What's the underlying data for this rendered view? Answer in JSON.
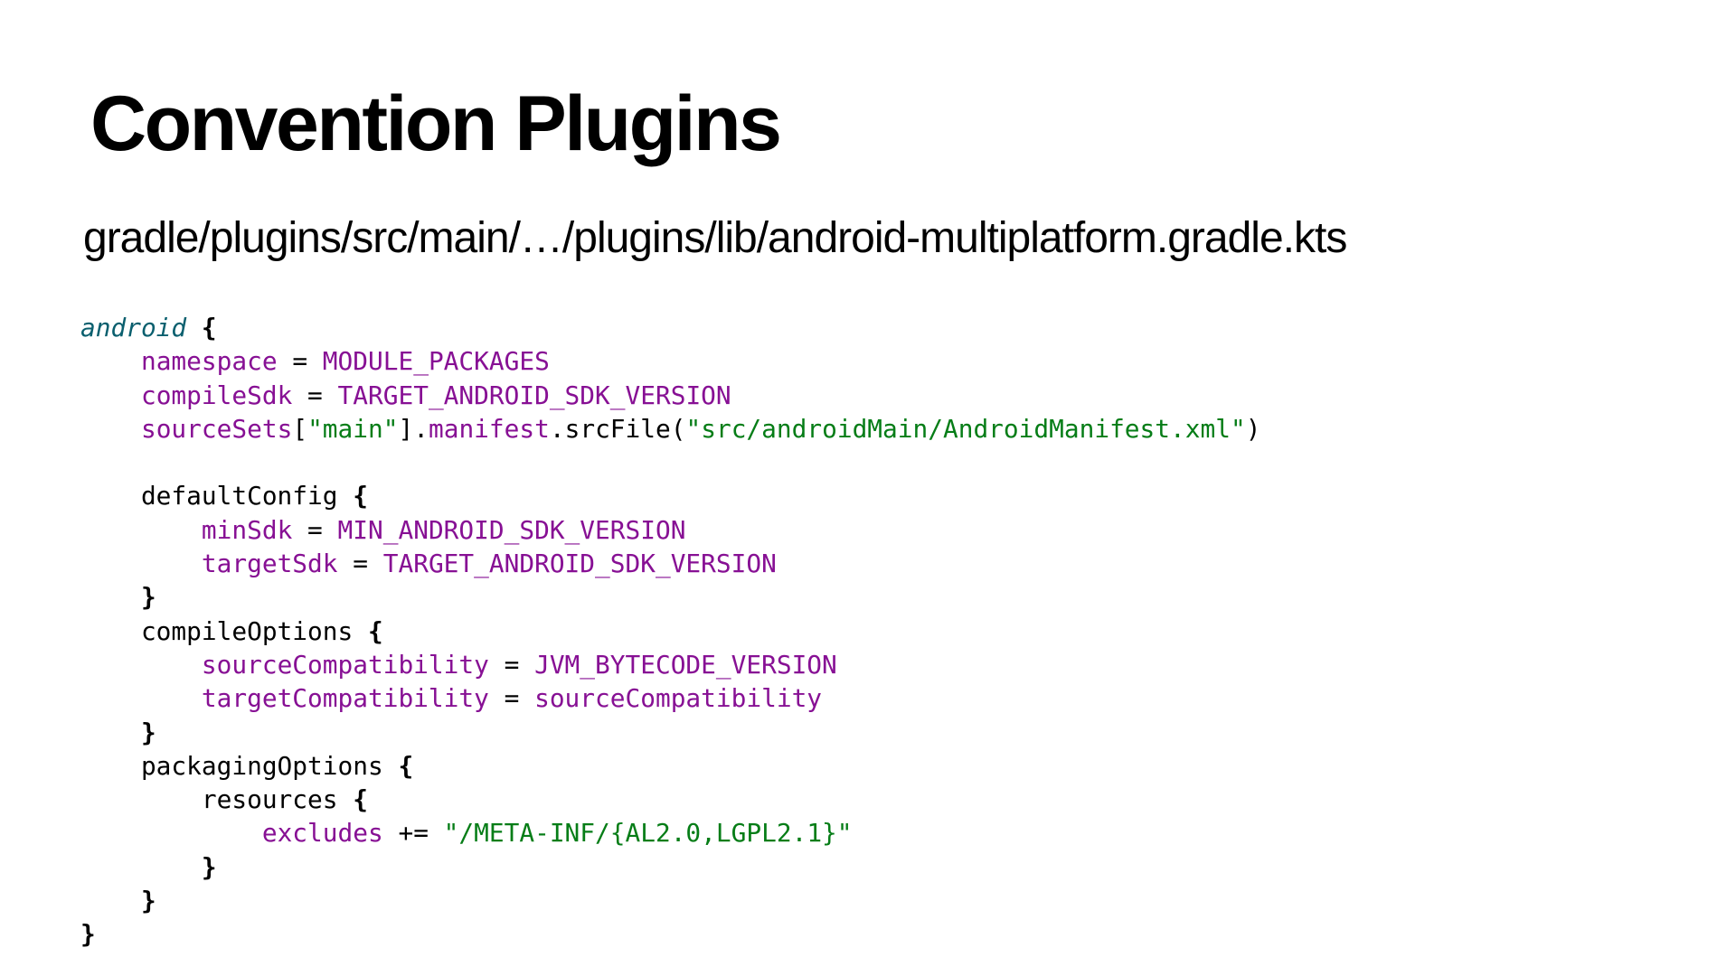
{
  "slide": {
    "title": "Convention Plugins",
    "file_path": "gradle/plugins/src/main/…/plugins/lib/android-multiplatform.gradle.kts"
  },
  "colors": {
    "keyword": "#0a5f6e",
    "property": "#871094",
    "string": "#067d17",
    "plain": "#000000"
  },
  "code": {
    "lines": [
      {
        "tokens": [
          {
            "t": "android",
            "k": "kw"
          },
          {
            "t": " ",
            "k": "plain"
          },
          {
            "t": "{",
            "k": "brace"
          }
        ]
      },
      {
        "tokens": [
          {
            "t": "    ",
            "k": "plain"
          },
          {
            "t": "namespace",
            "k": "prop"
          },
          {
            "t": " = ",
            "k": "plain"
          },
          {
            "t": "MODULE_PACKAGES",
            "k": "prop"
          }
        ]
      },
      {
        "tokens": [
          {
            "t": "    ",
            "k": "plain"
          },
          {
            "t": "compileSdk",
            "k": "prop"
          },
          {
            "t": " = ",
            "k": "plain"
          },
          {
            "t": "TARGET_ANDROID_SDK_VERSION",
            "k": "prop"
          }
        ]
      },
      {
        "tokens": [
          {
            "t": "    ",
            "k": "plain"
          },
          {
            "t": "sourceSets",
            "k": "prop"
          },
          {
            "t": "[",
            "k": "plain"
          },
          {
            "t": "\"main\"",
            "k": "str"
          },
          {
            "t": "].",
            "k": "plain"
          },
          {
            "t": "manifest",
            "k": "prop"
          },
          {
            "t": ".srcFile(",
            "k": "plain"
          },
          {
            "t": "\"src/androidMain/AndroidManifest.xml\"",
            "k": "str"
          },
          {
            "t": ")",
            "k": "plain"
          }
        ]
      },
      {
        "tokens": []
      },
      {
        "tokens": [
          {
            "t": "    defaultConfig ",
            "k": "plain"
          },
          {
            "t": "{",
            "k": "brace"
          }
        ]
      },
      {
        "tokens": [
          {
            "t": "        ",
            "k": "plain"
          },
          {
            "t": "minSdk",
            "k": "prop"
          },
          {
            "t": " = ",
            "k": "plain"
          },
          {
            "t": "MIN_ANDROID_SDK_VERSION",
            "k": "prop"
          }
        ]
      },
      {
        "tokens": [
          {
            "t": "        ",
            "k": "plain"
          },
          {
            "t": "targetSdk",
            "k": "prop"
          },
          {
            "t": " = ",
            "k": "plain"
          },
          {
            "t": "TARGET_ANDROID_SDK_VERSION",
            "k": "prop"
          }
        ]
      },
      {
        "tokens": [
          {
            "t": "    ",
            "k": "plain"
          },
          {
            "t": "}",
            "k": "brace"
          }
        ]
      },
      {
        "tokens": [
          {
            "t": "    compileOptions ",
            "k": "plain"
          },
          {
            "t": "{",
            "k": "brace"
          }
        ]
      },
      {
        "tokens": [
          {
            "t": "        ",
            "k": "plain"
          },
          {
            "t": "sourceCompatibility",
            "k": "prop"
          },
          {
            "t": " = ",
            "k": "plain"
          },
          {
            "t": "JVM_BYTECODE_VERSION",
            "k": "prop"
          }
        ]
      },
      {
        "tokens": [
          {
            "t": "        ",
            "k": "plain"
          },
          {
            "t": "targetCompatibility",
            "k": "prop"
          },
          {
            "t": " = ",
            "k": "plain"
          },
          {
            "t": "sourceCompatibility",
            "k": "prop"
          }
        ]
      },
      {
        "tokens": [
          {
            "t": "    ",
            "k": "plain"
          },
          {
            "t": "}",
            "k": "brace"
          }
        ]
      },
      {
        "tokens": [
          {
            "t": "    packagingOptions ",
            "k": "plain"
          },
          {
            "t": "{",
            "k": "brace"
          }
        ]
      },
      {
        "tokens": [
          {
            "t": "        resources ",
            "k": "plain"
          },
          {
            "t": "{",
            "k": "brace"
          }
        ]
      },
      {
        "tokens": [
          {
            "t": "            ",
            "k": "plain"
          },
          {
            "t": "excludes",
            "k": "prop"
          },
          {
            "t": " += ",
            "k": "plain"
          },
          {
            "t": "\"/META-INF/{AL2.0,LGPL2.1}\"",
            "k": "str"
          }
        ]
      },
      {
        "tokens": [
          {
            "t": "        ",
            "k": "plain"
          },
          {
            "t": "}",
            "k": "brace"
          }
        ]
      },
      {
        "tokens": [
          {
            "t": "    ",
            "k": "plain"
          },
          {
            "t": "}",
            "k": "brace"
          }
        ]
      },
      {
        "tokens": [
          {
            "t": "}",
            "k": "brace"
          }
        ]
      }
    ]
  }
}
